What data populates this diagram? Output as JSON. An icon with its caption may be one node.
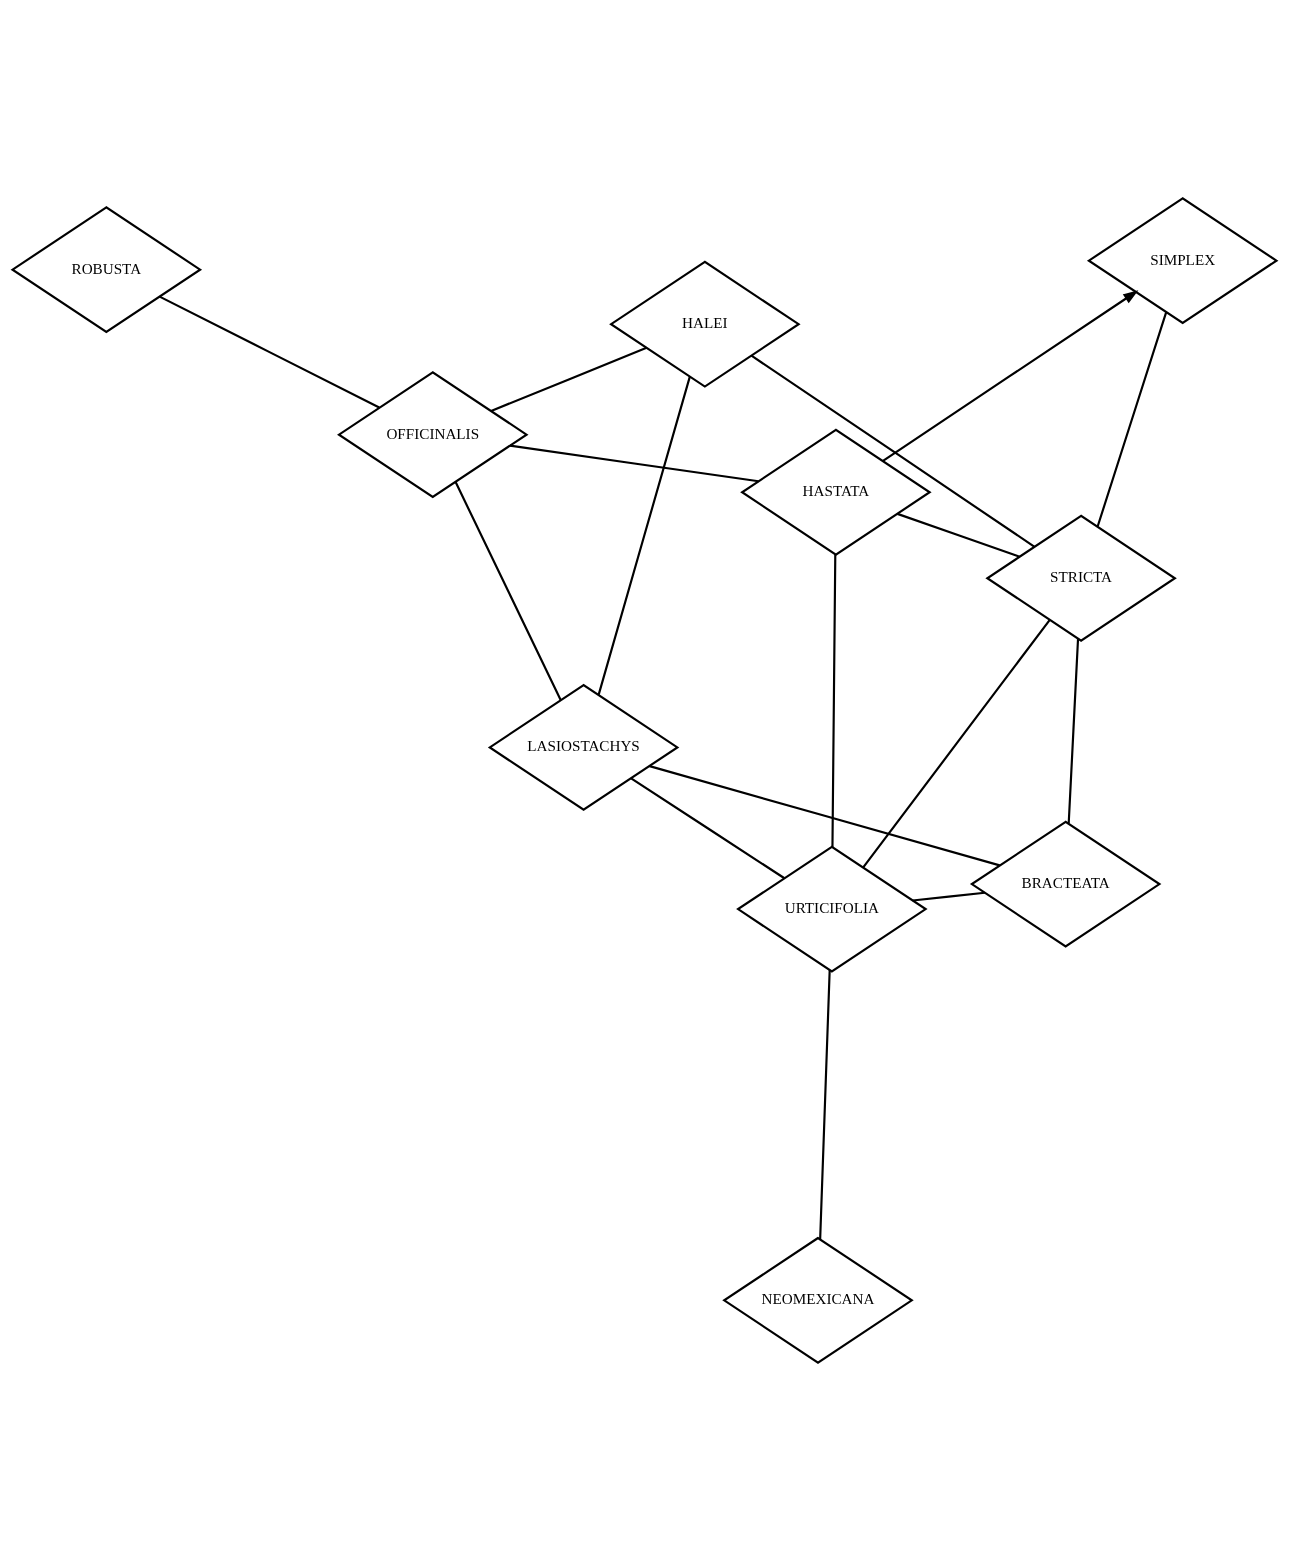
{
  "diagram": {
    "nodes": [
      {
        "text": [
          "STRICTA"
        ]
      },
      {
        "text": [
          "LASIOSTACHYS"
        ]
      },
      {
        "text": [
          "NEOMEXICANA"
        ]
      },
      {
        "text": [
          "OFFICINALIS"
        ]
      },
      {
        "text": [
          "URTICIFOLIA"
        ]
      },
      {
        "text": [
          "HALEI"
        ]
      },
      {
        "text": [
          "ROBUSTA"
        ]
      },
      {
        "text": [
          "SIMPLEX"
        ]
      },
      {
        "text": [
          "HASTATA"
        ]
      },
      {
        "text": [
          "BRACTEATA"
        ]
      }
    ],
    "edges": [
      {
        "from": 0,
        "to": 5,
        "arrow": "none"
      },
      {
        "from": 0,
        "to": 7,
        "arrow": "none"
      },
      {
        "from": 0,
        "to": 8,
        "arrow": "none"
      },
      {
        "from": 0,
        "to": 9,
        "arrow": "none"
      },
      {
        "from": 0,
        "to": 4,
        "arrow": "none"
      },
      {
        "from": 2,
        "to": 4,
        "arrow": "none"
      },
      {
        "from": 1,
        "to": 4,
        "arrow": "none"
      },
      {
        "from": 1,
        "to": 3,
        "arrow": "none"
      },
      {
        "from": 1,
        "to": 5,
        "arrow": "none"
      },
      {
        "from": 1,
        "to": 9,
        "arrow": "none"
      },
      {
        "from": 3,
        "to": 6,
        "arrow": "none"
      },
      {
        "from": 3,
        "to": 8,
        "arrow": "none"
      },
      {
        "from": 3,
        "to": 5,
        "arrow": "none"
      },
      {
        "from": 8,
        "to": 7,
        "arrow": "to"
      },
      {
        "from": 4,
        "to": 8,
        "arrow": "none"
      },
      {
        "from": 4,
        "to": 9,
        "arrow": "none"
      }
    ]
  }
}
